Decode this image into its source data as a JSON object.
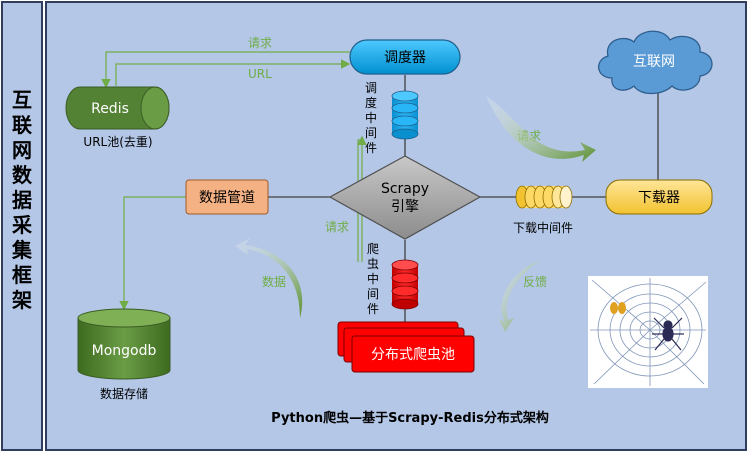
{
  "side_title": [
    "互",
    "联",
    "网",
    "数",
    "据",
    "采",
    "集",
    "框",
    "架"
  ],
  "caption": "Python爬虫—基于Scrapy-Redis分布式架构",
  "nodes": {
    "scheduler": "调度器",
    "redis": "Redis",
    "redis_caption": "URL池(去重)",
    "internet": "互联网",
    "downloader": "下载器",
    "pipeline": "数据管道",
    "mongodb": "Mongodb",
    "mongodb_caption": "数据存储",
    "engine_line1": "Scrapy",
    "engine_line2": "引擎",
    "spider_pool": "分布式爬虫池"
  },
  "middlewares": {
    "scheduler_mw": [
      "调",
      "度",
      "中",
      "间",
      "件"
    ],
    "spider_mw": [
      "爬",
      "虫",
      "中",
      "间",
      "件"
    ],
    "downloader_mw": "下载中间件"
  },
  "edge_labels": {
    "request_top": "请求",
    "url": "URL",
    "request_right": "请求",
    "request_center": "请求",
    "data": "数据",
    "feedback": "反馈"
  },
  "colors": {
    "background": "#b4c7e7",
    "border": "#2f3e5c",
    "scheduler": "#00b0f0",
    "redis": "#548235",
    "internet": "#5b9bd5",
    "downloader": "#ffd966",
    "pipeline": "#f4b183",
    "engine": "#a6a6a6",
    "spider_pool": "#ff0000",
    "mongodb": "#548235",
    "arrow_green": "#70ad47",
    "line": "#404040"
  }
}
